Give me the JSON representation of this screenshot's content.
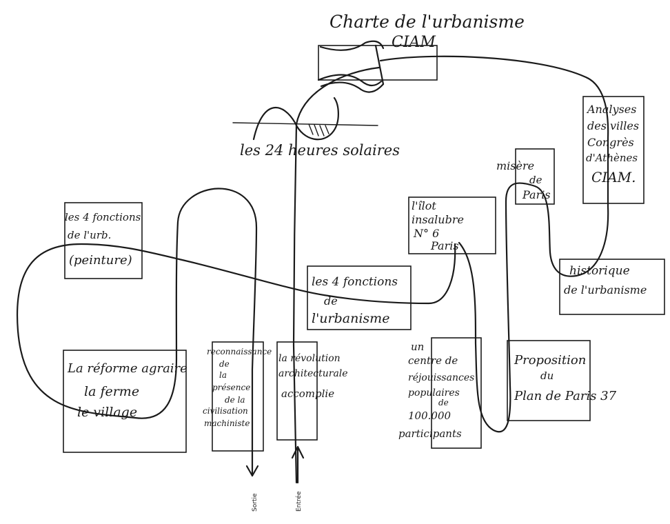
{
  "title": [
    "Charte de l'urbanisme",
    "CIAM"
  ],
  "nodes": {
    "soleil": [
      "les 24 heures solaires"
    ],
    "analyses": [
      "Analyses",
      "des villes",
      "Congrès",
      "d'Athènes",
      "CIAM."
    ],
    "misere": [
      "misère",
      "de",
      "Paris"
    ],
    "ilot": [
      "l'îlot",
      "insalubre",
      "N° 6",
      "Paris"
    ],
    "fonctions_peinture": [
      "les 4 fonctions",
      "de l'urb.",
      "(peinture)"
    ],
    "fonctions_urbanisme": [
      "les 4 fonctions",
      "de",
      "l'urbanisme"
    ],
    "historique": [
      "historique",
      "de l'urbanisme"
    ],
    "reforme": [
      "La réforme agraire",
      "la ferme",
      "le village"
    ],
    "reconnaissance": [
      "reconnaissance",
      "de",
      "la",
      "présence",
      "de la",
      "civilisation",
      "machiniste"
    ],
    "revolution": [
      "la révolution",
      "architecturale",
      "accomplie"
    ],
    "centre": [
      "un",
      "centre de",
      "réjouissances",
      "populaires",
      "de",
      "100.000",
      "participants"
    ],
    "proposition": [
      "Proposition",
      "du",
      "Plan de Paris 37"
    ]
  },
  "exit_labels": {
    "sortie": "Sortie",
    "entree": "Entrée"
  }
}
